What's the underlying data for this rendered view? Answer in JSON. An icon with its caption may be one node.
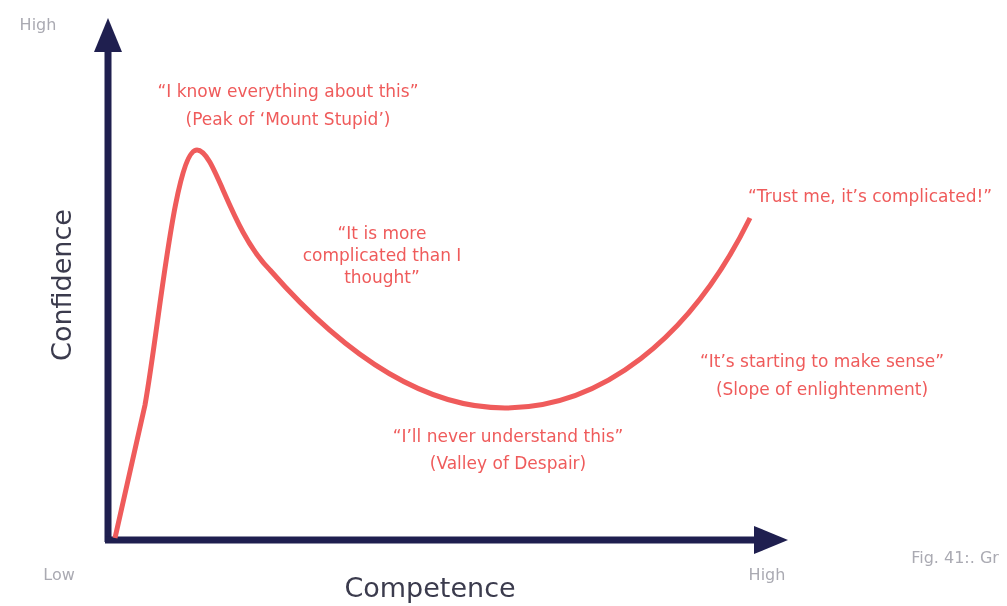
{
  "diagram": {
    "labels": [
      "High",
      "“I know everything about this”",
      "(Peak of ‘Mount Stupid’)",
      "“Trust me, it’s complicated!”",
      "Confidence",
      "“It is more complicated than I thought”",
      "“It’s starting to make sense”",
      "(Slope of enlightenment)",
      "“I’ll never understand this”",
      "(Valley of Despair)",
      "Low",
      "Competence",
      "High",
      "Fig. 41:. Gr"
    ]
  }
}
